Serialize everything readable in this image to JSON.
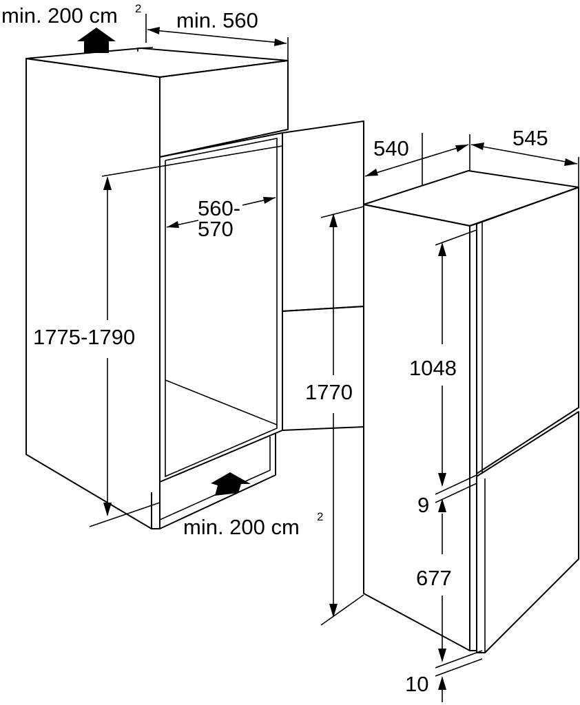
{
  "labels": {
    "vent_top_area": "min. 200 cm",
    "vent_top_sup": "2",
    "niche_width": "min. 560",
    "inner_width": "560-",
    "inner_width_2": "570",
    "niche_height": "1775-1790",
    "vent_bottom_area": "min. 200 cm",
    "vent_bottom_sup": "2",
    "appliance_height": "1770",
    "appliance_depth": "540",
    "appliance_width": "545",
    "upper_door": "1048",
    "door_gap": "9",
    "lower_door": "677",
    "base_gap": "10"
  },
  "colors": {
    "stroke": "#000000",
    "background": "#ffffff"
  }
}
